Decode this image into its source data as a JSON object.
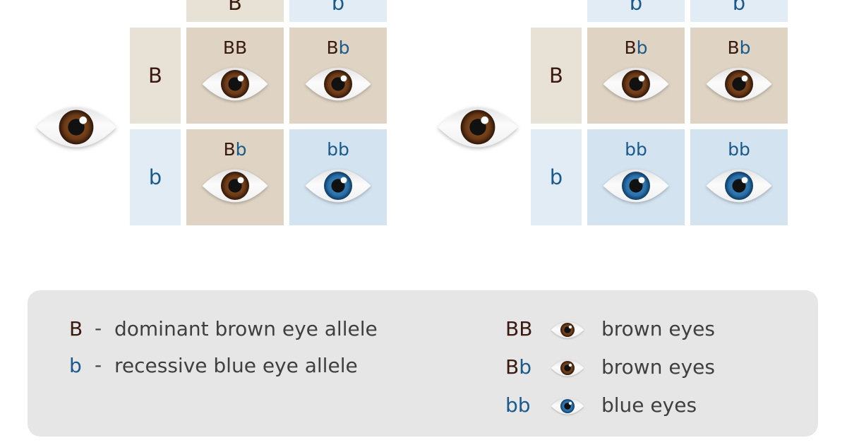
{
  "colors": {
    "dominant_text": "#3a1a10",
    "recessive_text": "#1a5a8c",
    "dominant_cell": "#dfd4c3",
    "dominant_header": "#e8e1d6",
    "recessive_cell": "#d3e3f0",
    "recessive_header": "#e2ecf5",
    "brown_iris": "#6b3a17",
    "blue_iris": "#2a6fa8",
    "legend_bg": "#e6e6e6"
  },
  "left_square": {
    "parent_eye": "brown-eye-icon",
    "top_alleles": [
      "B",
      "b"
    ],
    "side_alleles": [
      "B",
      "b"
    ],
    "cells": [
      [
        {
          "g1": "B",
          "g2": "B",
          "eye": "brown-eye-icon"
        },
        {
          "g1": "B",
          "g2": "b",
          "eye": "brown-eye-icon"
        }
      ],
      [
        {
          "g1": "B",
          "g2": "b",
          "eye": "brown-eye-icon"
        },
        {
          "g1": "b",
          "g2": "b",
          "eye": "blue-eye-icon"
        }
      ]
    ]
  },
  "right_square": {
    "parent_eye": "brown-eye-icon",
    "top_alleles": [
      "b",
      "b"
    ],
    "side_alleles": [
      "B",
      "b"
    ],
    "cells": [
      [
        {
          "g1": "B",
          "g2": "b",
          "eye": "brown-eye-icon"
        },
        {
          "g1": "B",
          "g2": "b",
          "eye": "brown-eye-icon"
        }
      ],
      [
        {
          "g1": "b",
          "g2": "b",
          "eye": "blue-eye-icon"
        },
        {
          "g1": "b",
          "g2": "b",
          "eye": "blue-eye-icon"
        }
      ]
    ]
  },
  "legend": {
    "alleles": [
      {
        "letter": "B",
        "dash": "-",
        "text": "dominant brown eye allele"
      },
      {
        "letter": "b",
        "dash": "-",
        "text": "recessive blue eye allele"
      }
    ],
    "phenotypes": [
      {
        "g1": "B",
        "g2": "B",
        "eye": "brown-eye-icon",
        "text": "brown eyes"
      },
      {
        "g1": "B",
        "g2": "b",
        "eye": "brown-eye-icon",
        "text": "brown eyes"
      },
      {
        "g1": "b",
        "g2": "b",
        "eye": "blue-eye-icon",
        "text": "blue eyes"
      }
    ]
  }
}
